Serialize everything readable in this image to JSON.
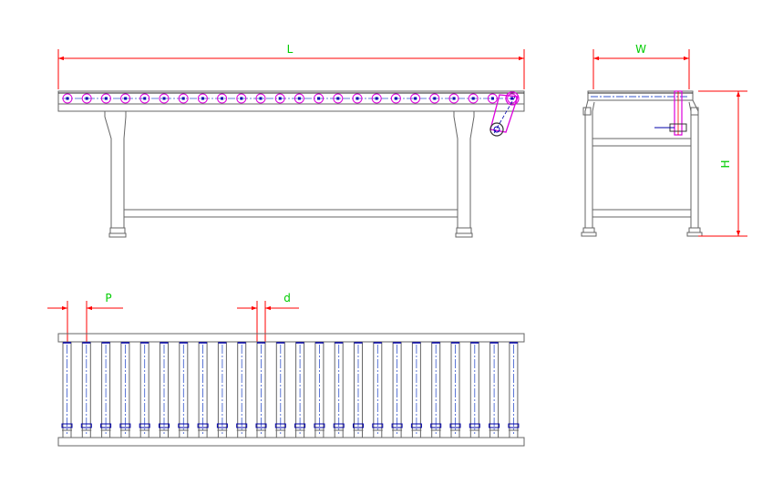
{
  "labels": {
    "length": "L",
    "width": "W",
    "height": "H",
    "pitch": "P",
    "diameter": "d"
  },
  "colors": {
    "outline": "#666666",
    "dimension": "#ff0000",
    "label": "#00cc00",
    "roller": "#0000aa",
    "rollerCenter": "#3355cc",
    "drive": "#dd00dd",
    "background": "#ffffff"
  }
}
